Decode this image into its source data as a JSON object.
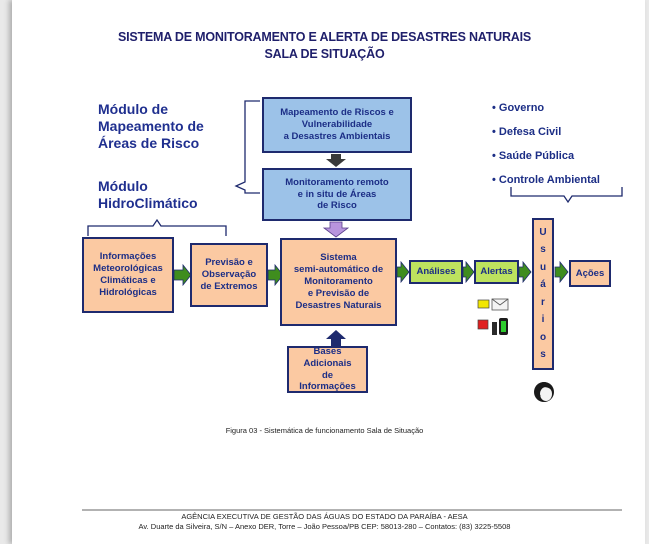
{
  "title": {
    "line1": "SISTEMA DE MONITORAMENTO  E ALERTA DE DESASTRES NATURAIS",
    "line2": "SALA DE SITUAÇÃO"
  },
  "modules": {
    "risk_area": "Módulo de\nMapeamento de\nÁreas de Risco",
    "hydroclimatic": "Módulo\nHidroClimático"
  },
  "boxes": {
    "mapping": "Mapeamento de Riscos e\nVulnerabilidade\na Desastres  Ambientais",
    "monitoring": "Monitoramento remoto\ne  in situ de Áreas\nde Risco",
    "information": "Informações\nMeteorológicas\nClimáticas e\nHidrológicas",
    "forecast": "Previsão e\nObservação\nde Extremos",
    "system": "Sistema\nsemi-automático de\nMonitoramento\ne Previsão de\nDesastres  Naturais",
    "analysis": "Análises",
    "alerts": "Alertas",
    "actions": "Ações",
    "bases": "Bases Adicionais\nde\nInformações"
  },
  "users_label": [
    "U",
    "s",
    "u",
    "á",
    "r",
    "i",
    "o",
    "s"
  ],
  "stakeholders": [
    "• Governo",
    "• Defesa Civil",
    "• Saúde Pública",
    "• Controle Ambiental"
  ],
  "caption": "Figura 03 - Sistemática de funcionamento Sala de Situação",
  "footer": {
    "line1": "AGÊNCIA EXECUTIVA DE GESTÃO DAS ÁGUAS DO ESTADO DA PARAÍBA - AESA",
    "line2": "Av. Duarte da Silveira, S/N – Anexo DER, Torre – João Pessoa/PB CEP: 58013-280 – Contatos: (83) 3225-5508"
  },
  "colors": {
    "box_blue": "#9cc2e8",
    "box_peach": "#fbc9a2",
    "box_green": "#bde25e",
    "text_navy": "#1c2e86",
    "arrow_green": "#3f8d1e",
    "arrow_purple": "#b894dd"
  },
  "icons": [
    "envelope-icon",
    "traffic-light-icon",
    "person-icon"
  ]
}
